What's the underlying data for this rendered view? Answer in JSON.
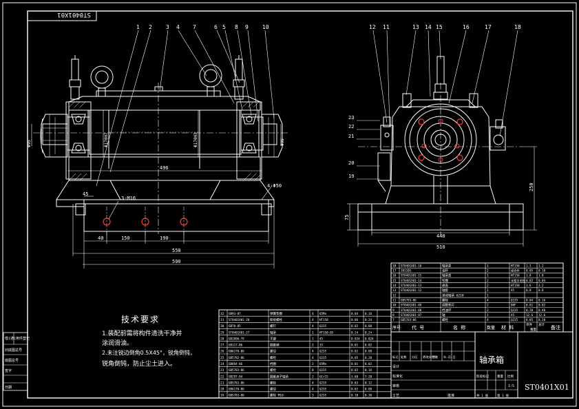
{
  "drawing_code_rotated": "ST0401X01",
  "drawing_number": "ST0401X01",
  "assembly_name": "轴承箱",
  "tech_requirements": {
    "title": "技术要求",
    "lines": [
      "1.装配前需将构件清洗干净并",
      "涂润滑油。",
      "2.未注锐边倒角0.5X45°，锐角倒钝，",
      "锐角倒钝，防止尘土进入。"
    ]
  },
  "colors": {
    "background": "#000000",
    "line": "#ffffff",
    "bolt_hole": "#ff3a3a",
    "centerline": "#ffffff"
  },
  "front_view": {
    "balloons": [
      "1",
      "2",
      "3",
      "4",
      "7",
      "6",
      "5",
      "8",
      "9",
      "10"
    ],
    "dims": {
      "overall_length": "496",
      "base_width_1": "550",
      "base_width_2": "590",
      "hole_pitch_1": "40",
      "hole_pitch_2": "150",
      "hole_pitch_3": "190",
      "foot_height": "45",
      "bolt_label": "3-M16",
      "right_label": "4-Φ50",
      "left_dia": "Φ95",
      "right_dia": "Φ95",
      "bore_left": "Φ170H7",
      "bore_right": "Φ170H7"
    }
  },
  "side_view": {
    "balloons_top": [
      "12",
      "11",
      "13",
      "14",
      "15",
      "16",
      "17",
      "18"
    ],
    "balloons_left": [
      "23",
      "22",
      "21",
      "20",
      "19"
    ],
    "dims": {
      "base_len_1": "440",
      "base_len_2": "510",
      "height_1": "250",
      "height_2": "75"
    }
  },
  "bom_headers": {
    "seq": "序号",
    "code": "代 号",
    "name": "名 称",
    "qty": "数量",
    "material": "材 料",
    "unit_weight": "单件",
    "total_weight": "总计",
    "weight": "重量",
    "remark": "备注"
  },
  "bom_left": [
    {
      "seq": "32",
      "code": "GB93-87",
      "name": "弹簧垫圈",
      "qty": "4",
      "mat": "65Mn",
      "w1": "0.04",
      "w2": "0.16"
    },
    {
      "seq": "31",
      "code": "ST0401X01-20",
      "name": "联接螺栓",
      "qty": "4",
      "mat": "HT150",
      "w1": "0.06",
      "w2": "0.24"
    },
    {
      "seq": "30",
      "code": "GB70-85",
      "name": "螺钉",
      "qty": "4",
      "mat": "Q235",
      "w1": "0.02",
      "w2": "0.08"
    },
    {
      "seq": "29",
      "code": "ST0401X01-27",
      "name": "轴承",
      "qty": "1",
      "mat": "HT150-05",
      "w1": "0.24",
      "w2": "0.24"
    },
    {
      "seq": "28",
      "code": "GB1096-79",
      "name": "平键",
      "qty": "1",
      "mat": "45",
      "w1": "0.024",
      "w2": "0.024"
    },
    {
      "seq": "27",
      "code": "GB117-86",
      "name": "圆锥销",
      "qty": "2",
      "mat": "35",
      "w1": "0.01",
      "w2": "0.02"
    },
    {
      "seq": "26",
      "code": "GB6170-86",
      "name": "螺母",
      "qty": "4",
      "mat": "Q235",
      "w1": "0.02",
      "w2": "0.08"
    },
    {
      "seq": "25",
      "code": "GB5782-86",
      "name": "螺栓",
      "qty": "4",
      "mat": "Q235",
      "w1": "0.05",
      "w2": "0.20"
    },
    {
      "seq": "24",
      "code": "GB894-86",
      "name": "挡圈",
      "qty": "2",
      "mat": "65Mn",
      "w1": "0.01",
      "w2": "0.02"
    },
    {
      "seq": "23",
      "code": "GB5783-86",
      "name": "螺栓",
      "qty": "8",
      "mat": "Q235",
      "w1": "0.02",
      "w2": "0.16"
    },
    {
      "seq": "22",
      "code": "GB297-84",
      "name": "圆锥滚子轴承",
      "qty": "2",
      "mat": "GCr15",
      "w1": "3.60",
      "w2": "7.20"
    },
    {
      "seq": "21",
      "code": "GB5783-86",
      "name": "螺栓",
      "qty": "4",
      "mat": "Q235",
      "w1": "0.03",
      "w2": "0.12"
    },
    {
      "seq": "20",
      "code": "GB6170-86",
      "name": "螺母",
      "qty": "4",
      "mat": "Q235",
      "w1": "0.02",
      "w2": "0.08"
    },
    {
      "seq": "19",
      "code": "GB5783-86",
      "name": "螺栓 M16",
      "qty": "3",
      "mat": "Q235",
      "w1": "0.10",
      "w2": "0.30"
    }
  ],
  "bom_right": [
    {
      "seq": "18",
      "code": "ST0401X01-16",
      "name": "轴承盖",
      "qty": "1",
      "mat": "HT150",
      "w1": "1.2",
      "w2": "1.2"
    },
    {
      "seq": "17",
      "code": "JB1105",
      "name": "油杯",
      "qty": "2",
      "mat": "组合件",
      "w1": "0.05",
      "w2": "0.10"
    },
    {
      "seq": "16",
      "code": "ST0401X01-15",
      "name": "轴承盖",
      "qty": "1",
      "mat": "HT150",
      "w1": "1.8",
      "w2": "1.8"
    },
    {
      "seq": "15",
      "code": "ST0401X01-14",
      "name": "毡圈",
      "qty": "2",
      "mat": "半粗羊毛毡",
      "w1": "0.02",
      "w2": "0.04"
    },
    {
      "seq": "14",
      "code": "ST0401X01-13",
      "name": "通盖",
      "qty": "2",
      "mat": "HT150",
      "w1": "1.6",
      "w2": "3.2"
    },
    {
      "seq": "13",
      "code": "ST0401X01-12",
      "name": "轴套",
      "qty": "1",
      "mat": "45",
      "w1": "0.8",
      "w2": "0.8"
    },
    {
      "seq": "12",
      "code": "",
      "name": "滚动轴承 6210",
      "qty": "1",
      "mat": "",
      "w1": "",
      "w2": ""
    },
    {
      "seq": "11",
      "code": "GB5783-86",
      "name": "螺栓",
      "qty": "4",
      "mat": "Q235",
      "w1": "0.04",
      "w2": "0.16"
    },
    {
      "seq": "10",
      "code": "ST0401X01-09",
      "name": "调整垫片",
      "qty": "2",
      "mat": "08F",
      "w1": "0.01",
      "w2": "0.02"
    },
    {
      "seq": "9",
      "code": "ST0401X01-08",
      "name": "挡油环",
      "qty": "2",
      "mat": "Q235",
      "w1": "0.20",
      "w2": "0.40"
    },
    {
      "seq": "8",
      "code": "ST0401X01-07",
      "name": "轴",
      "qty": "1",
      "mat": "45",
      "w1": "12.6",
      "w2": "12.6"
    },
    {
      "seq": "7",
      "code": "GB5783-86",
      "name": "螺栓",
      "qty": "4",
      "mat": "Q235",
      "w1": "0.05",
      "w2": "0.20"
    }
  ],
  "title_block": {
    "labels_row1": [
      "标记",
      "处数",
      "分区",
      "更改文件号",
      "签名",
      "年.月.日"
    ],
    "design": "设计",
    "standard": "标准化",
    "review": "审核",
    "process": "工艺",
    "approve": "批准",
    "stage": "阶段标记",
    "weight": "重量",
    "scale": "比例",
    "scale_value": "1:5",
    "sheet": "共 1 张",
    "sheet2": "第 1 张"
  },
  "left_strip": [
    "借(通)用件登记",
    "旧底图总号",
    "底图总号",
    "签字",
    "日期"
  ]
}
